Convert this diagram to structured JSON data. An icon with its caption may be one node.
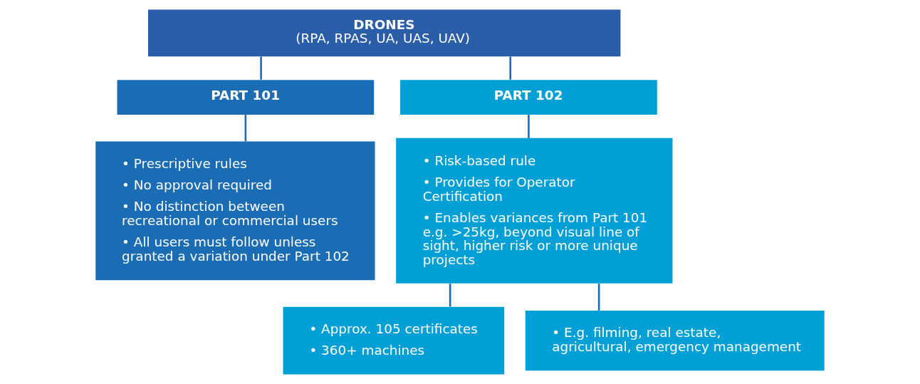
{
  "diagram": {
    "nodes": [
      {
        "text": [
          "DRONES",
          "(RPA, RPAS, UA, UAS, UAV)"
        ]
      },
      {
        "text": [
          "PART 101"
        ]
      },
      {
        "text": [
          "PART 102"
        ]
      },
      {
        "text": [
          "• Prescriptive rules",
          "• No approval required",
          "• No distinction between recreational or commercial users",
          "• All users must follow unless granted a variation under Part 102"
        ]
      },
      {
        "text": [
          "• Risk-based rule",
          "• Provides for Operator Certification",
          "• Enables variances from Part 101 e.g. >25kg, beyond visual line of sight, higher risk or more unique projects"
        ]
      },
      {
        "text": [
          "• Approx. 105 certificates",
          "• 360+ machines"
        ]
      },
      {
        "text": [
          "• E.g. filming, real estate, agricultural, emergency management"
        ]
      }
    ],
    "edges": [
      {
        "from": 0,
        "to": 1,
        "arrow": "none"
      },
      {
        "from": 0,
        "to": 2,
        "arrow": "none"
      },
      {
        "from": 1,
        "to": 3,
        "arrow": "none"
      },
      {
        "from": 2,
        "to": 4,
        "arrow": "none"
      },
      {
        "from": 4,
        "to": 5,
        "arrow": "none"
      },
      {
        "from": 4,
        "to": 6,
        "arrow": "none"
      }
    ]
  }
}
